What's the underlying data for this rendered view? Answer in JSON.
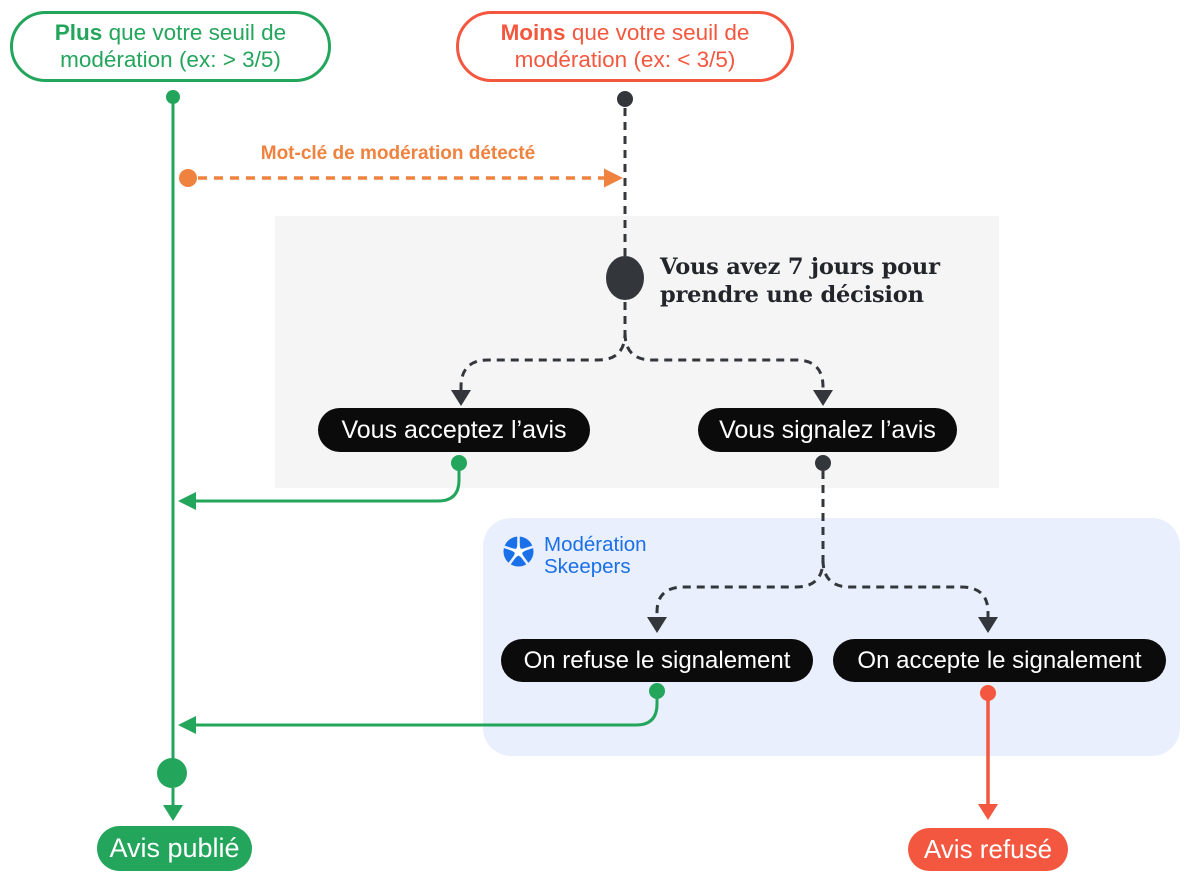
{
  "colors": {
    "green": "#23A55C",
    "red": "#F4573F",
    "orange": "#F0823F",
    "dark": "#33373B",
    "ink": "#0B0B0C",
    "graybox": "#F5F5F6",
    "bluebox": "#E9EFFC",
    "blue": "#1A70E8"
  },
  "icons": {
    "brand": "skeepers-pinwheel-star"
  },
  "nodes": {
    "above_threshold": {
      "bold": "Plus",
      "rest": " que votre seuil de modération (ex: > 3/5)"
    },
    "below_threshold": {
      "bold": "Moins",
      "rest": " que votre seuil de modération (ex: < 3/5)"
    },
    "keyword_label": "Mot-clé de modération détecté",
    "decision_note": {
      "line1": "Vous avez 7 jours pour",
      "line2": "prendre une décision"
    },
    "accept_review": "Vous acceptez l’avis",
    "flag_review": "Vous signalez l’avis",
    "brand": {
      "line1": "Modération",
      "line2": "Skeepers"
    },
    "refuse_report": "On refuse le signalement",
    "accept_report": "On accepte le signalement",
    "published": "Avis publié",
    "refused": "Avis refusé"
  }
}
